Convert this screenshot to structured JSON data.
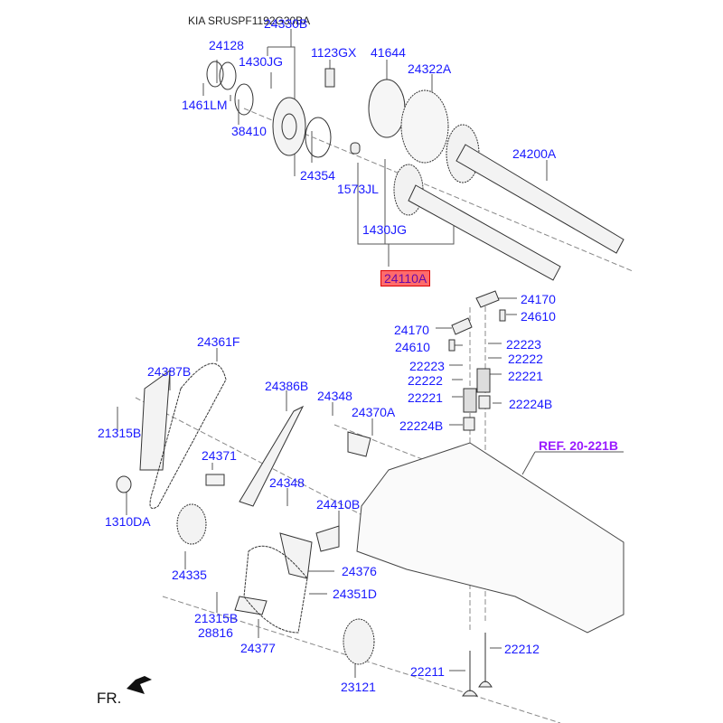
{
  "title": "KIA SRUSPF1192G30BA",
  "labels": {
    "l24330B": "24330B",
    "l24128": "24128",
    "l1430JG_top": "1430JG",
    "l1123GX": "1123GX",
    "l41644": "41644",
    "l24322A": "24322A",
    "l1461LM": "1461LM",
    "l38410": "38410",
    "l24354": "24354",
    "l1573JL": "1573JL",
    "l24200A": "24200A",
    "l1430JG_mid": "1430JG",
    "l24110A": "24110A",
    "l24170_a": "24170",
    "l24610_a": "24610",
    "l24170_b": "24170",
    "l24610_b": "24610",
    "l22223_a": "22223",
    "l22222_a": "22222",
    "l22223_b": "22223",
    "l22221_a": "22221",
    "l22222_b": "22222",
    "l22221_b": "22221",
    "l22224B_a": "22224B",
    "l22224B_b": "22224B",
    "lREF": "REF. 20-221B",
    "l24361F": "24361F",
    "l24387B": "24387B",
    "l24386B": "24386B",
    "l24348_a": "24348",
    "l24370A": "24370A",
    "l21315B_a": "21315B",
    "l24371": "24371",
    "l24348_b": "24348",
    "l24410B": "24410B",
    "l1310DA": "1310DA",
    "l24376": "24376",
    "l24335": "24335",
    "l24351D": "24351D",
    "l21315B_b": "21315B",
    "l28816": "28816",
    "l24377": "24377",
    "l22212": "22212",
    "l22211": "22211",
    "l23121": "23121"
  },
  "direction_label": "FR.",
  "colors": {
    "label": "#1a1aff",
    "highlight_bg": "#ff6b6b",
    "ref": "#9a1aff"
  }
}
